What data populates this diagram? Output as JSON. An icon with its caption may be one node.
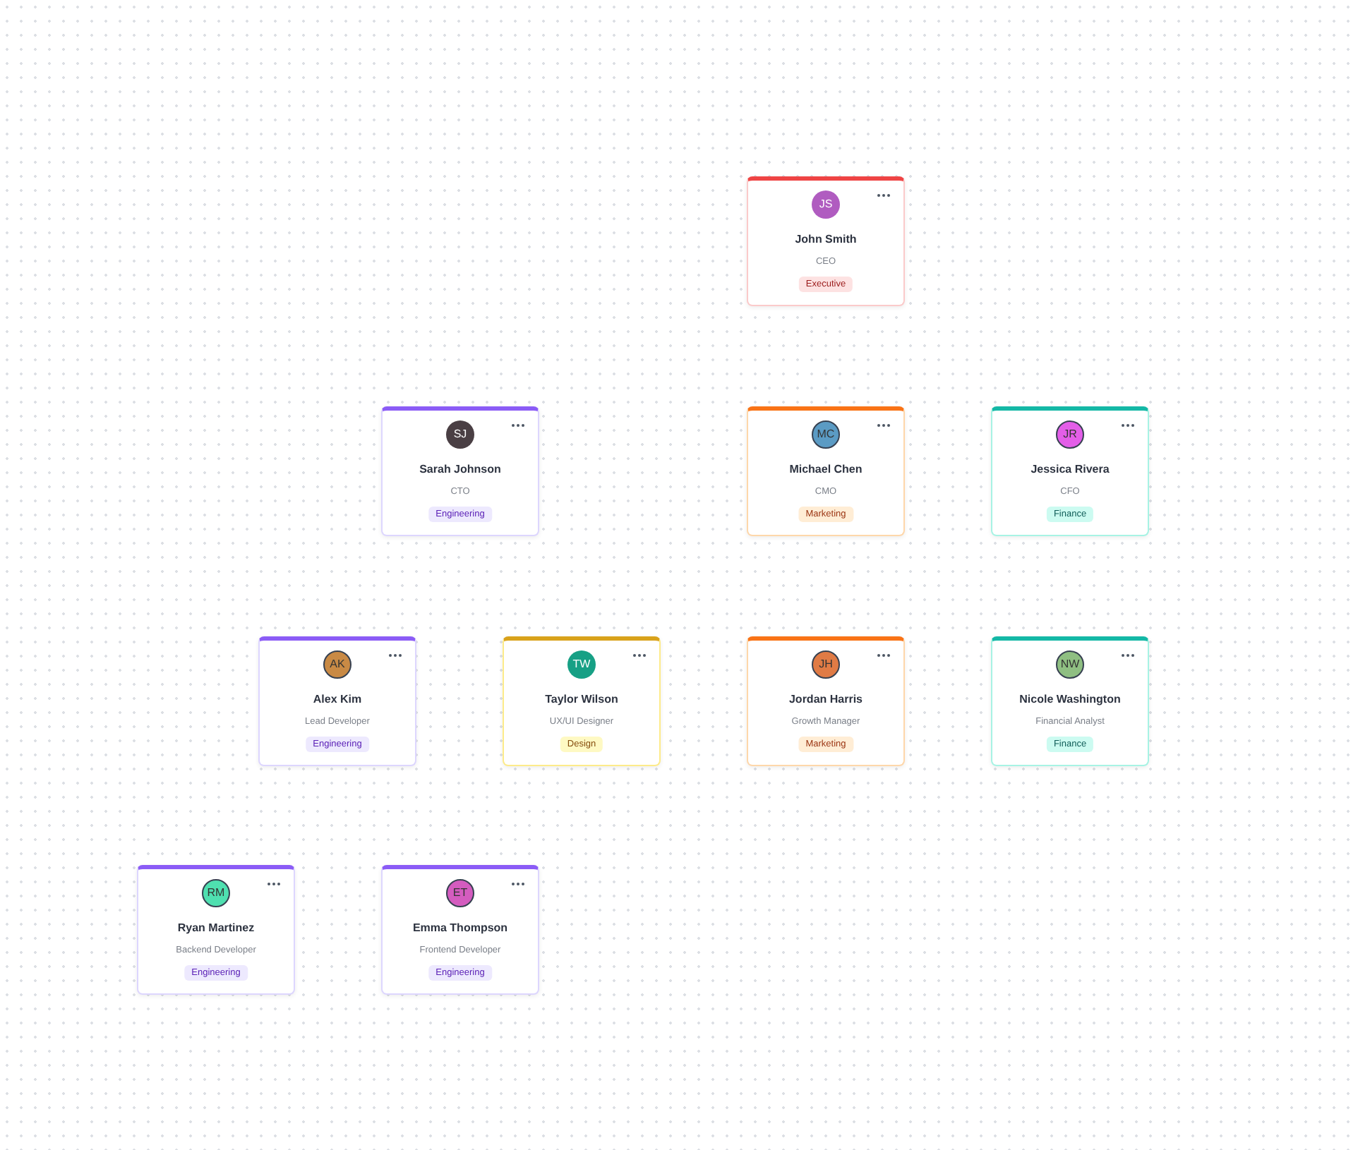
{
  "diagram": {
    "nodes": [
      {
        "text": [
          "John Smith",
          "CEO"
        ]
      },
      {
        "text": [
          "JS"
        ],
        "in": 0
      },
      {
        "text": [
          "Executive"
        ],
        "in": 0
      },
      {
        "text": [
          "Sarah Johnson",
          "CTO"
        ]
      },
      {
        "text": [
          "SJ"
        ],
        "in": 3
      },
      {
        "text": [
          "Engineering"
        ],
        "in": 3
      },
      {
        "text": [
          "Michael Chen",
          "CMO"
        ]
      },
      {
        "text": [
          "MC"
        ],
        "in": 6
      },
      {
        "text": [
          "Marketing"
        ],
        "in": 6
      },
      {
        "text": [
          "Jessica Rivera",
          "CFO"
        ]
      },
      {
        "text": [
          "JR"
        ],
        "in": 9
      },
      {
        "text": [
          "Finance"
        ],
        "in": 9
      },
      {
        "text": [
          "Alex Kim",
          "Lead Developer"
        ]
      },
      {
        "text": [
          "AK"
        ],
        "in": 12
      },
      {
        "text": [
          "Engineering"
        ],
        "in": 12
      },
      {
        "text": [
          "Taylor Wilson",
          "UX/UI Designer"
        ]
      },
      {
        "text": [
          "TW"
        ],
        "in": 15
      },
      {
        "text": [
          "Design"
        ],
        "in": 15
      },
      {
        "text": [
          "Jordan Harris",
          "Growth Manager"
        ]
      },
      {
        "text": [
          "JH"
        ],
        "in": 18
      },
      {
        "text": [
          "Marketing"
        ],
        "in": 18
      },
      {
        "text": [
          "Nicole Washington",
          "Financial Analyst"
        ]
      },
      {
        "text": [
          "NW"
        ],
        "in": 21
      },
      {
        "text": [
          "Finance"
        ],
        "in": 21
      },
      {
        "text": [
          "Ryan Martinez",
          "Backend Developer"
        ]
      },
      {
        "text": [
          "RM"
        ],
        "in": 24
      },
      {
        "text": [
          "Engineering"
        ],
        "in": 24
      },
      {
        "text": [
          "Emma Thompson",
          "Frontend Developer"
        ]
      },
      {
        "text": [
          "ET"
        ],
        "in": 27
      },
      {
        "text": [
          "Engineering"
        ],
        "in": 27
      }
    ]
  }
}
